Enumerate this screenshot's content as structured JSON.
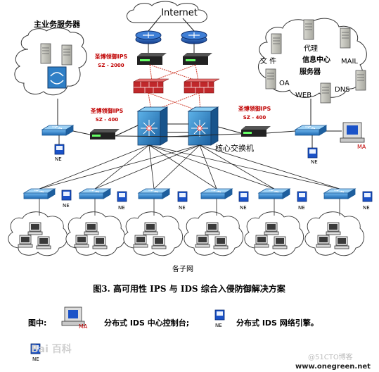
{
  "internet": "Internet",
  "main_servers": "主业务服务器",
  "info_center": {
    "file": "文 件",
    "proxy": "代理",
    "title_line1": "信息中心",
    "title_line2": "服务器",
    "mail": "MAIL",
    "oa": "OA",
    "web": "WEB",
    "dns": "DNS"
  },
  "ips_top": {
    "name": "圣博领御IPS",
    "model": "SZ - 2000"
  },
  "ips_left": {
    "name": "圣博领御IPS",
    "model": "SZ - 400"
  },
  "ips_right": {
    "name": "圣博领御IPS",
    "model": "SZ - 400"
  },
  "core_switch": "核心交换机",
  "ne": "NE",
  "ma": "MA",
  "subnets": "各子网",
  "caption": "图3. 高可用性 IPS 与 IDS 综合入侵防御解决方案",
  "legend": {
    "prefix": "图中:",
    "ma_desc": "分布式 IDS 中心控制台;",
    "ne_desc": "分布式 IDS 网络引擎。"
  },
  "watermark_left": "Bai 百科",
  "watermark_right": "@51CTO博客",
  "site": "www.onegreen.net",
  "colors": {
    "router": "#1f5fbf",
    "firewall": "#c0282b",
    "switch": "#2f7fc6",
    "ne_box": "#1a52c8",
    "line": "#222222"
  }
}
